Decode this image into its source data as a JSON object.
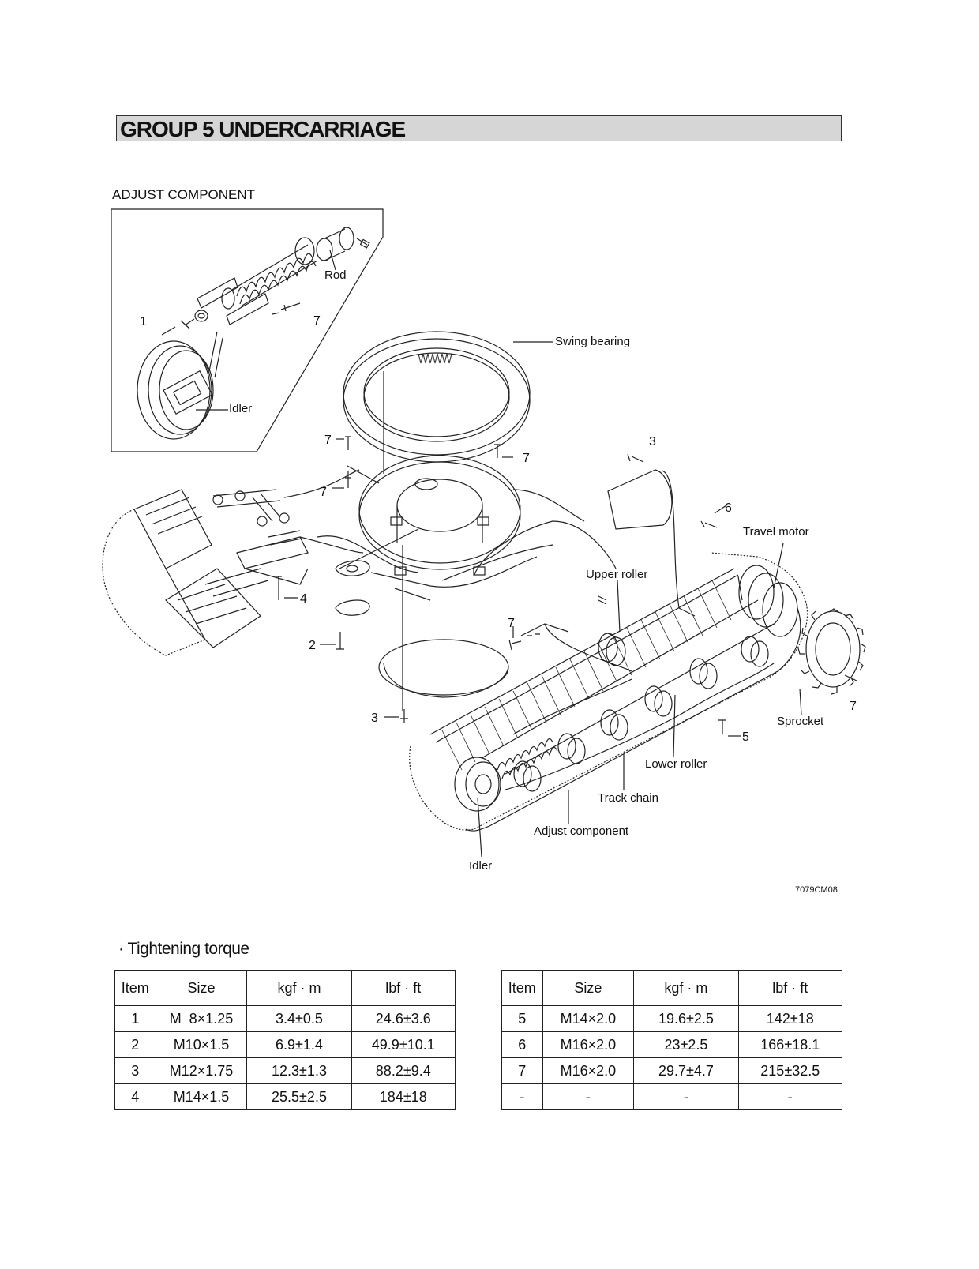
{
  "header": {
    "title": "GROUP 5 UNDERCARRIAGE"
  },
  "diagram": {
    "inset_title": "ADJUST COMPONENT",
    "figure_code": "7079CM08",
    "labels": {
      "rod": "Rod",
      "idler_inset": "Idler",
      "swing_bearing": "Swing bearing",
      "travel_motor": "Travel motor",
      "upper_roller": "Upper roller",
      "sprocket": "Sprocket",
      "lower_roller": "Lower roller",
      "track_chain": "Track chain",
      "adjust_component": "Adjust component",
      "idler_main": "Idler"
    },
    "callouts": {
      "inset_1": "1",
      "inset_7": "7",
      "bolt_7a": "7",
      "bolt_7b": "7",
      "bolt_7c": "7",
      "bolt_3a": "3",
      "bolt_6": "6",
      "bolt_4": "4",
      "bolt_2": "2",
      "bolt_7d": "7",
      "bolt_3b": "3",
      "bolt_5": "5",
      "bolt_7e": "7"
    }
  },
  "torque": {
    "heading": "· Tightening torque",
    "columns": [
      "Item",
      "Size",
      "kgf · m",
      "lbf · ft"
    ],
    "left_rows": [
      [
        "1",
        "M  8×1.25",
        "3.4±0.5",
        "24.6±3.6"
      ],
      [
        "2",
        "M10×1.5",
        "6.9±1.4",
        "49.9±10.1"
      ],
      [
        "3",
        "M12×1.75",
        "12.3±1.3",
        "88.2±9.4"
      ],
      [
        "4",
        "M14×1.5",
        "25.5±2.5",
        "184±18"
      ]
    ],
    "right_rows": [
      [
        "5",
        "M14×2.0",
        "19.6±2.5",
        "142±18"
      ],
      [
        "6",
        "M16×2.0",
        "23±2.5",
        "166±18.1"
      ],
      [
        "7",
        "M16×2.0",
        "29.7±4.7",
        "215±32.5"
      ],
      [
        "-",
        "-",
        "-",
        "-"
      ]
    ]
  }
}
